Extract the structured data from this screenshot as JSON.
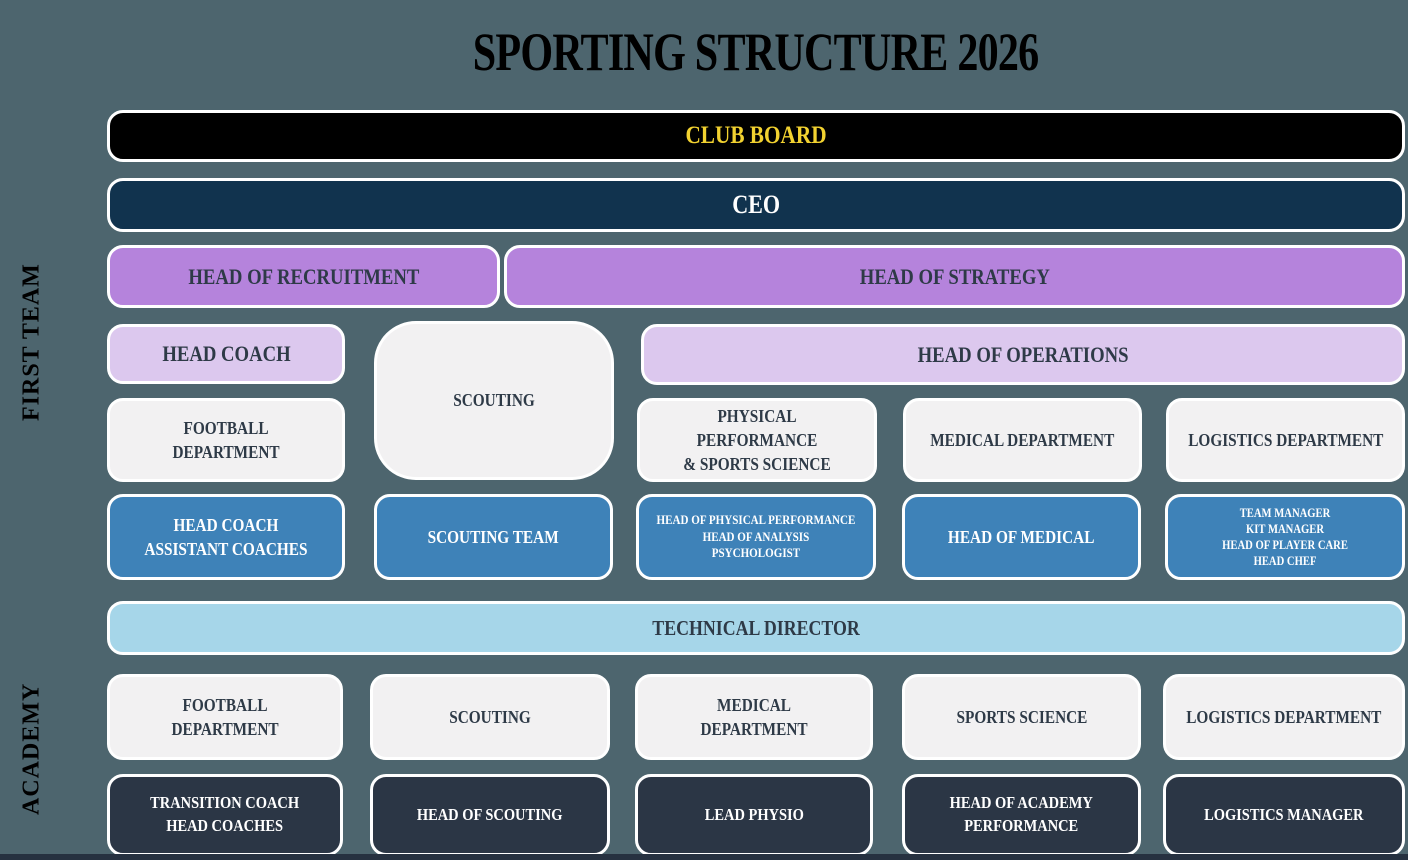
{
  "title": "SPORTING STRUCTURE 2026",
  "section_labels": {
    "first_team": "FIRST TEAM",
    "academy": "ACADEMY"
  },
  "colors": {
    "background": "#4d656e",
    "club_board_bg": "#000000",
    "club_board_text": "#f2d230",
    "ceo_bg": "#11334e",
    "purple": "#b583dc",
    "lavender": "#dcc8ee",
    "offwhite": "#f2f1f2",
    "blue": "#3e82b8",
    "light_blue": "#a6d6e9",
    "dark_navy": "#2b3645",
    "dark_text": "#2e3a47",
    "border": "#ffffff"
  },
  "boxes": {
    "club_board": "CLUB BOARD",
    "ceo": "CEO",
    "head_of_recruitment": "HEAD OF RECRUITMENT",
    "head_of_strategy": "HEAD OF STRATEGY",
    "head_coach": "HEAD COACH",
    "scouting": "SCOUTING",
    "head_of_operations": "HEAD OF OPERATIONS",
    "football_department": "FOOTBALL\nDEPARTMENT",
    "physical_performance": "PHYSICAL PERFORMANCE\n& SPORTS SCIENCE",
    "medical_department": "MEDICAL DEPARTMENT",
    "logistics_department": "LOGISTICS DEPARTMENT",
    "head_coach_assistants": "HEAD COACH\nASSISTANT COACHES",
    "scouting_team": "SCOUTING TEAM",
    "perf_analysis_psych": "HEAD OF PHYSICAL PERFORMANCE\nHEAD OF ANALYSIS\nPSYCHOLOGIST",
    "head_of_medical": "HEAD OF MEDICAL",
    "team_ops": "TEAM MANAGER\nKIT MANAGER\nHEAD OF PLAYER CARE\nHEAD CHEF",
    "technical_director": "TECHNICAL DIRECTOR",
    "acad_football_department": "FOOTBALL\nDEPARTMENT",
    "acad_scouting": "SCOUTING",
    "acad_medical_department": "MEDICAL\nDEPARTMENT",
    "acad_sports_science": "SPORTS SCIENCE",
    "acad_logistics_department": "LOGISTICS DEPARTMENT",
    "transition_coach": "TRANSITION COACH\nHEAD COACHES",
    "head_of_scouting": "HEAD OF SCOUTING",
    "lead_physio": "LEAD PHYSIO",
    "head_of_academy_performance": "HEAD OF ACADEMY\nPERFORMANCE",
    "logistics_manager": "LOGISTICS MANAGER"
  }
}
